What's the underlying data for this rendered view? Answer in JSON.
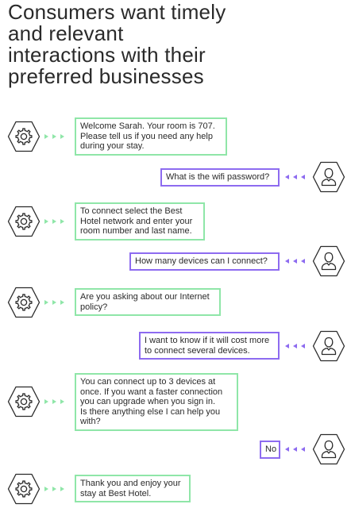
{
  "headline": {
    "lines": [
      "Consumers want timely",
      "and relevant",
      "interactions with their",
      "preferred businesses"
    ]
  },
  "colors": {
    "bot_border": "#8fe6a8",
    "user_border": "#8d6bf0",
    "bot_arrow": "#8fe6a8",
    "user_arrow": "#8d6bf0",
    "icon_stroke": "#2a2a2a"
  },
  "icons": {
    "bot": "gear-icon",
    "user": "person-icon"
  },
  "conversation": [
    {
      "speaker": "bot",
      "lines": [
        "Welcome Sarah. Your room is 707.",
        "Please tell us if you need any help",
        "during your stay."
      ]
    },
    {
      "speaker": "user",
      "lines": [
        "What is the wifi password?"
      ]
    },
    {
      "speaker": "bot",
      "lines": [
        "To connect select the Best",
        "Hotel network and enter your",
        "room number and last name."
      ]
    },
    {
      "speaker": "user",
      "lines": [
        "How many devices can I connect?"
      ]
    },
    {
      "speaker": "bot",
      "lines": [
        "Are you asking about our Internet",
        "policy?"
      ]
    },
    {
      "speaker": "user",
      "lines": [
        "I want to know if it will cost more",
        "to connect several devices."
      ]
    },
    {
      "speaker": "bot",
      "lines": [
        "You can connect up to 3 devices at",
        "once. If you want a faster connection",
        "you can upgrade when you sign in.",
        "Is there anything else I can help you",
        "with?"
      ]
    },
    {
      "speaker": "user",
      "lines": [
        "No"
      ]
    },
    {
      "speaker": "bot",
      "lines": [
        "Thank you and enjoy your",
        "stay at Best Hotel."
      ]
    }
  ]
}
